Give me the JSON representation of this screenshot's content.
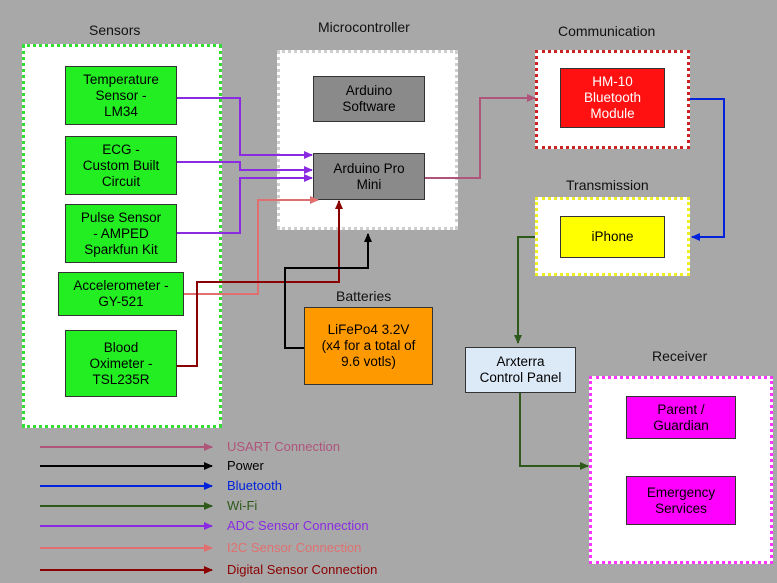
{
  "groups": {
    "sensors": {
      "title": "Sensors"
    },
    "microcontroller": {
      "title": "Microcontroller"
    },
    "communication": {
      "title": "Communication"
    },
    "transmission": {
      "title": "Transmission"
    },
    "batteries": {
      "title": "Batteries"
    },
    "receiver": {
      "title": "Receiver"
    }
  },
  "nodes": {
    "temperature": "Temperature\nSensor -\nLM34",
    "ecg": "ECG -\nCustom Built\nCircuit",
    "pulse": "Pulse Sensor\n- AMPED\nSparkfun Kit",
    "accelerometer": "Accelerometer -\nGY-521",
    "oximeter": "Blood\nOximeter -\nTSL235R",
    "arduino_software": "Arduino\nSoftware",
    "arduino_pro_mini": "Arduino Pro\nMini",
    "hm10": "HM-10\nBluetooth\nModule",
    "iphone": "iPhone",
    "battery": "LiFePo4 3.2V\n(x4 for a total of\n9.6 votls)",
    "arxterra": "Arxterra\nControl Panel",
    "parent": "Parent /\nGuardian",
    "emergency": "Emergency\nServices"
  },
  "legend": [
    {
      "label": "USART Connection",
      "color": "#b0557a"
    },
    {
      "label": "Power",
      "color": "#000000"
    },
    {
      "label": "Bluetooth",
      "color": "#0022dd"
    },
    {
      "label": "Wi-Fi",
      "color": "#2d5a1a"
    },
    {
      "label": "ADC Sensor Connection",
      "color": "#8a2be2"
    },
    {
      "label": "I2C Sensor Connection",
      "color": "#e07070"
    },
    {
      "label": "Digital Sensor Connection",
      "color": "#8b0000"
    }
  ],
  "colors": {
    "usart": "#b0557a",
    "power": "#000000",
    "bluetooth": "#0022dd",
    "wifi": "#2d5a1a",
    "adc": "#8a2be2",
    "i2c": "#e07070",
    "digital": "#8b0000"
  }
}
